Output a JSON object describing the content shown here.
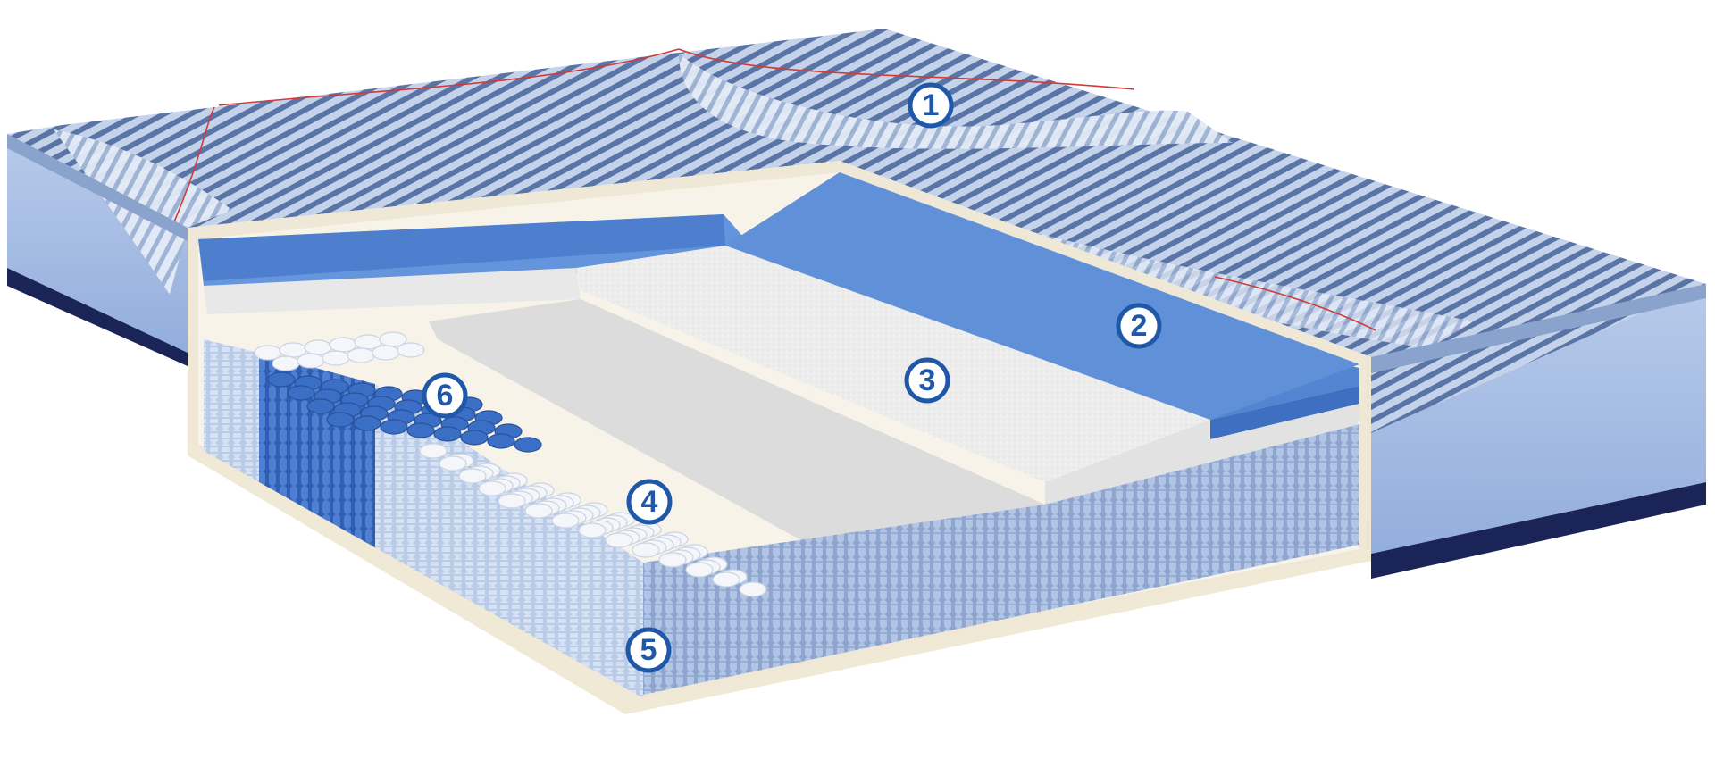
{
  "markers": [
    {
      "id": "1",
      "label": "1",
      "layer": "cover"
    },
    {
      "id": "2",
      "label": "2",
      "layer": "top-foam"
    },
    {
      "id": "3",
      "label": "3",
      "layer": "comfort-foam"
    },
    {
      "id": "4",
      "label": "4",
      "layer": "micro-coils"
    },
    {
      "id": "5",
      "label": "5",
      "layer": "pocket-coils"
    },
    {
      "id": "6",
      "label": "6",
      "layer": "zoned-coils"
    }
  ],
  "colors": {
    "marker_ring": "#1f58a8",
    "marker_fill": "#ffffff",
    "cover_light": "#c4d3ea",
    "cover_stripe": "#5a74a6",
    "side_panel": "#a8bde3",
    "base_band": "#1b2456",
    "top_foam": "#5b8dd6",
    "comfort_foam": "#eeeeee",
    "coil_light": "#c8d7ee",
    "coil_blue": "#3b6fc6",
    "coil_white": "#f4f6f9",
    "cream_base": "#f3eddc"
  }
}
